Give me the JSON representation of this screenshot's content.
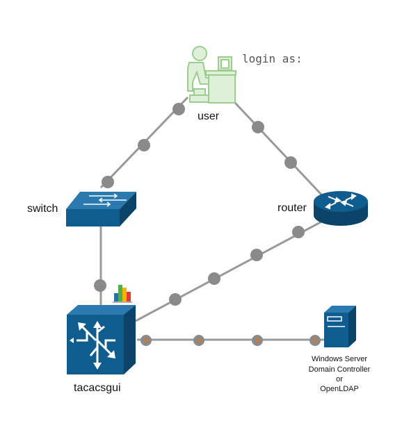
{
  "colors": {
    "device_blue": "#0f5d8f",
    "device_dark": "#0b4468",
    "device_light": "#2a7ab0",
    "user_green": "#9ccc8e",
    "user_green_fill": "#dff0d8",
    "link_gray": "#999999",
    "dot_gray": "#8a8a8a",
    "dot_orange": "#c87a3a"
  },
  "diagram": {
    "login_text": "login as:",
    "nodes": {
      "user": "user",
      "switch": "switch",
      "router": "router",
      "tacacsgui": "tacacsgui",
      "server_line1": "Windows Server",
      "server_line2": "Domain Controller",
      "server_line3": "or",
      "server_line4": "OpenLDAP"
    }
  }
}
